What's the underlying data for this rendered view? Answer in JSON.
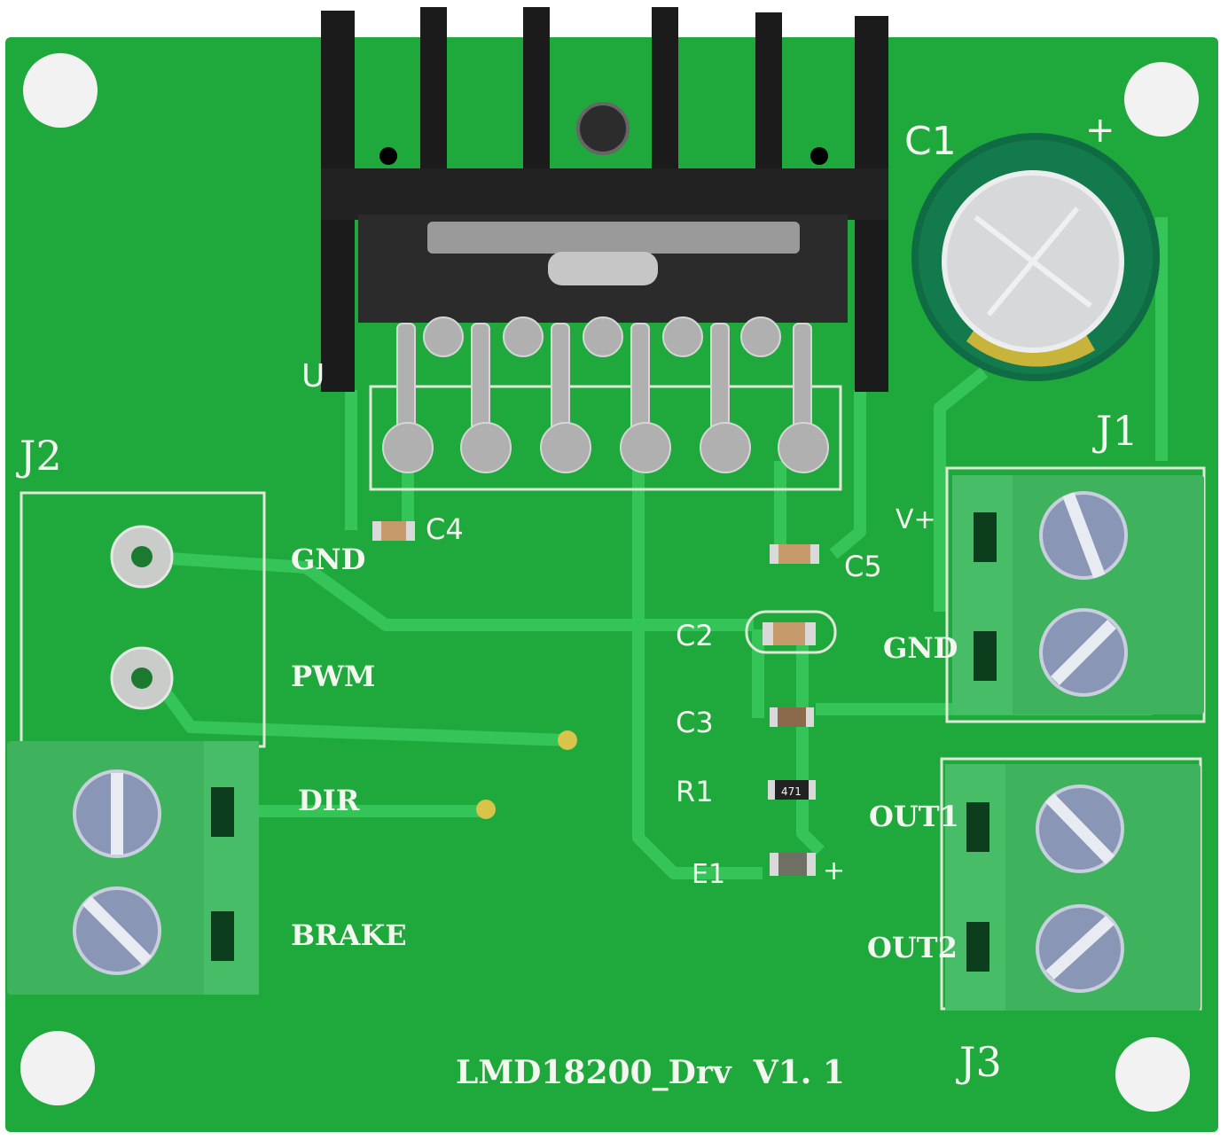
{
  "board": {
    "version_text": "LMD18200_Drv  V1. 1",
    "colors": {
      "pcb": "#1fa83c",
      "trace": "#35c457",
      "silkscreen": "#f4f6f0",
      "terminal_block": "#3fb25e",
      "heatsink": "#1b1b1b",
      "capacitor": "#0f6b44"
    }
  },
  "labels": {
    "j1": "J1",
    "j2": "J2",
    "j3": "J3",
    "c1": "C1",
    "c1_plus": "+",
    "c2": "C2",
    "c3": "C3",
    "c4": "C4",
    "c5": "C5",
    "r1": "R1",
    "e1": "E1",
    "e1_plus": "+",
    "u": "U",
    "r1_code": "471"
  },
  "pins": {
    "gnd": "GND",
    "pwm": "PWM",
    "dir": "DIR",
    "brake": "BRAKE",
    "v_plus": "V+",
    "gnd_j1": "GND",
    "out1": "OUT1",
    "out2": "OUT2"
  }
}
